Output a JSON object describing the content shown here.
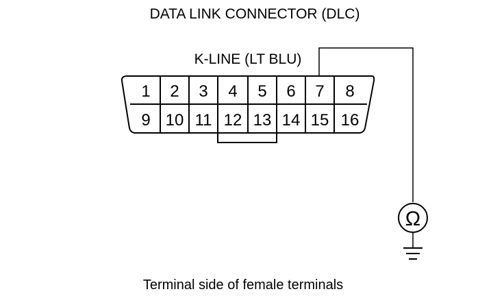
{
  "diagram": {
    "title": "DATA LINK CONNECTOR (DLC)",
    "wire_label": "K-LINE (LT BLU)",
    "caption": "Terminal side of female terminals",
    "top_row_pins": [
      "1",
      "2",
      "3",
      "4",
      "5",
      "6",
      "7",
      "8"
    ],
    "bottom_row_pins": [
      "9",
      "10",
      "11",
      "12",
      "13",
      "14",
      "15",
      "16"
    ],
    "meter_symbol": "Ω",
    "probe_pin": "7",
    "ground_icon": "ground-icon"
  }
}
